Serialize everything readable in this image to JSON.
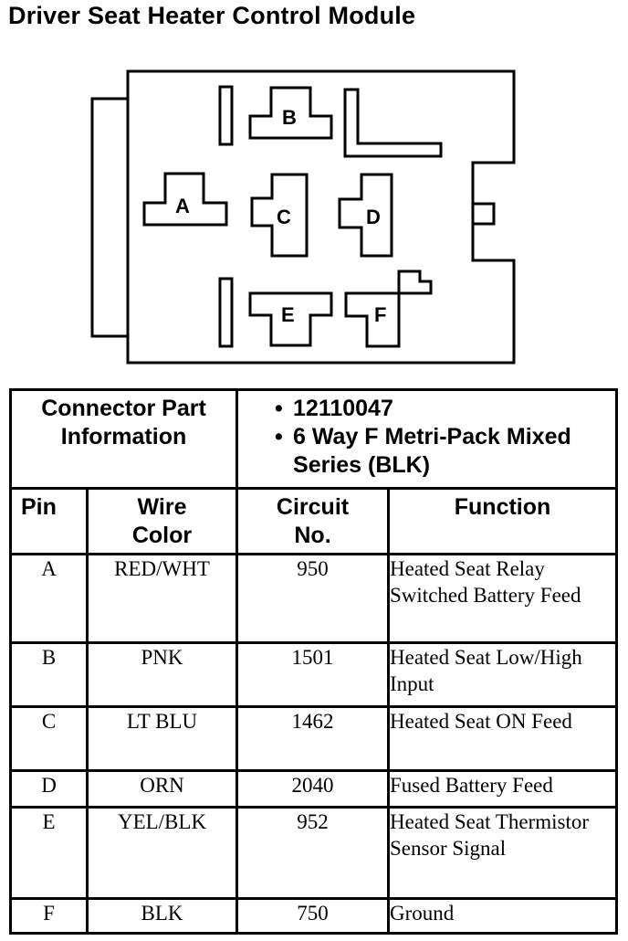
{
  "title": "Driver Seat Heater Control Module",
  "pin_labels": {
    "a": "A",
    "b": "B",
    "c": "C",
    "d": "D",
    "e": "E",
    "f": "F"
  },
  "connector_info": {
    "label": "Connector Part Information",
    "items": [
      "12110047",
      "6 Way F Metri-Pack Mixed Series (BLK)"
    ]
  },
  "table": {
    "headers": {
      "pin": "Pin",
      "wire": "Wire Color",
      "circuit": "Circuit No.",
      "function": "Function"
    },
    "rows": [
      {
        "pin": "A",
        "wire": "RED/WHT",
        "circuit": "950",
        "function": "Heated Seat Relay Switched Battery Feed"
      },
      {
        "pin": "B",
        "wire": "PNK",
        "circuit": "1501",
        "function": "Heated Seat Low/High Input"
      },
      {
        "pin": "C",
        "wire": "LT BLU",
        "circuit": "1462",
        "function": "Heated Seat ON Feed"
      },
      {
        "pin": "D",
        "wire": "ORN",
        "circuit": "2040",
        "function": "Fused Battery Feed"
      },
      {
        "pin": "E",
        "wire": "YEL/BLK",
        "circuit": "952",
        "function": "Heated Seat Thermistor Sensor Signal"
      },
      {
        "pin": "F",
        "wire": "BLK",
        "circuit": "750",
        "function": "Ground"
      }
    ]
  }
}
